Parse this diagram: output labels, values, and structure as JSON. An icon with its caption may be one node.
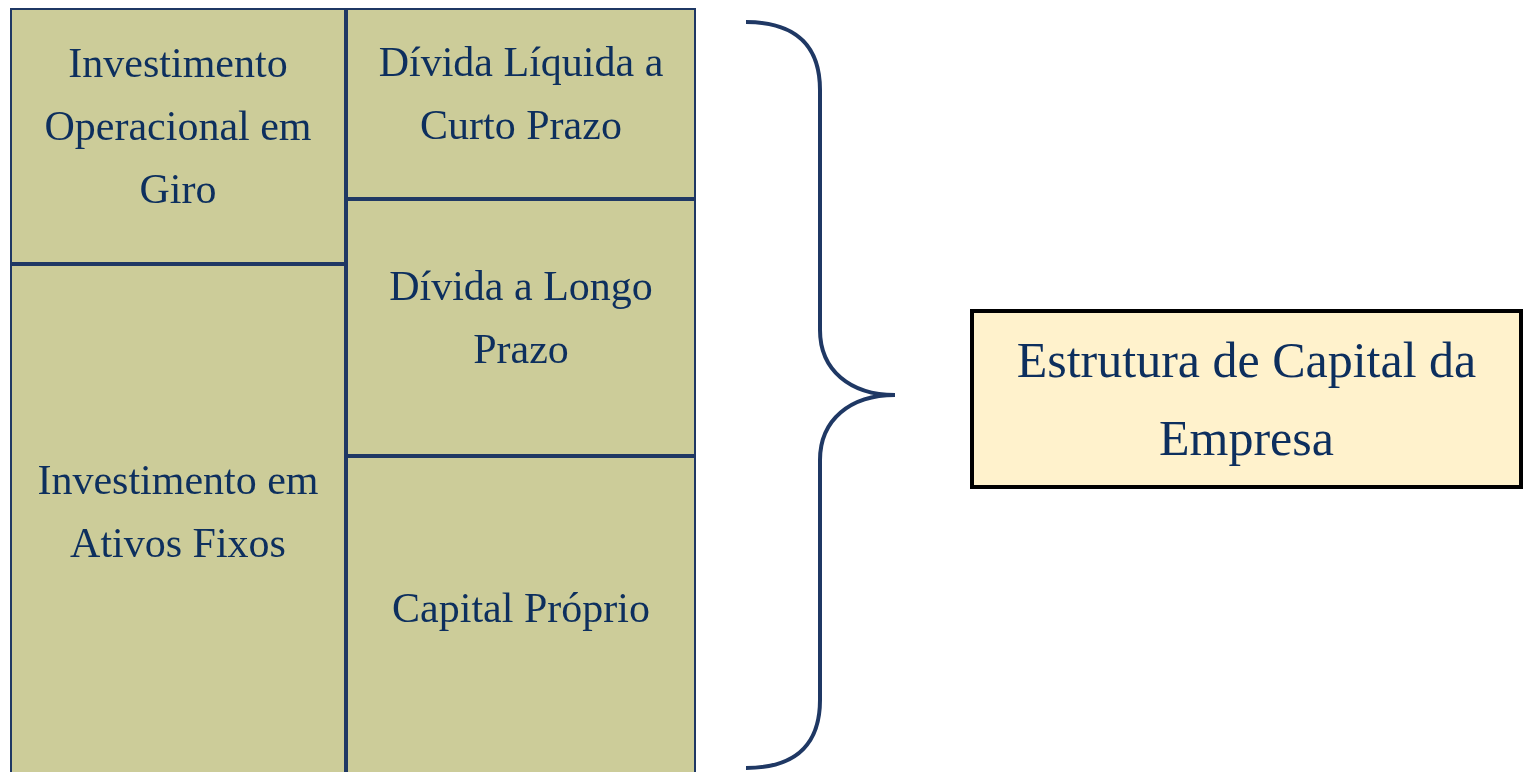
{
  "diagram": {
    "nodes": [
      {
        "text": [
          "Investimento Operacional em Giro"
        ]
      },
      {
        "text": [
          "Dívida Líquida a Curto Prazo"
        ]
      },
      {
        "text": [
          "Dívida a Longo Prazo"
        ]
      },
      {
        "text": [
          "Investimento em Ativos Fixos"
        ]
      },
      {
        "text": [
          "Capital Próprio"
        ]
      },
      {
        "text": [
          "Estrutura de Capital da Empresa"
        ]
      }
    ]
  }
}
